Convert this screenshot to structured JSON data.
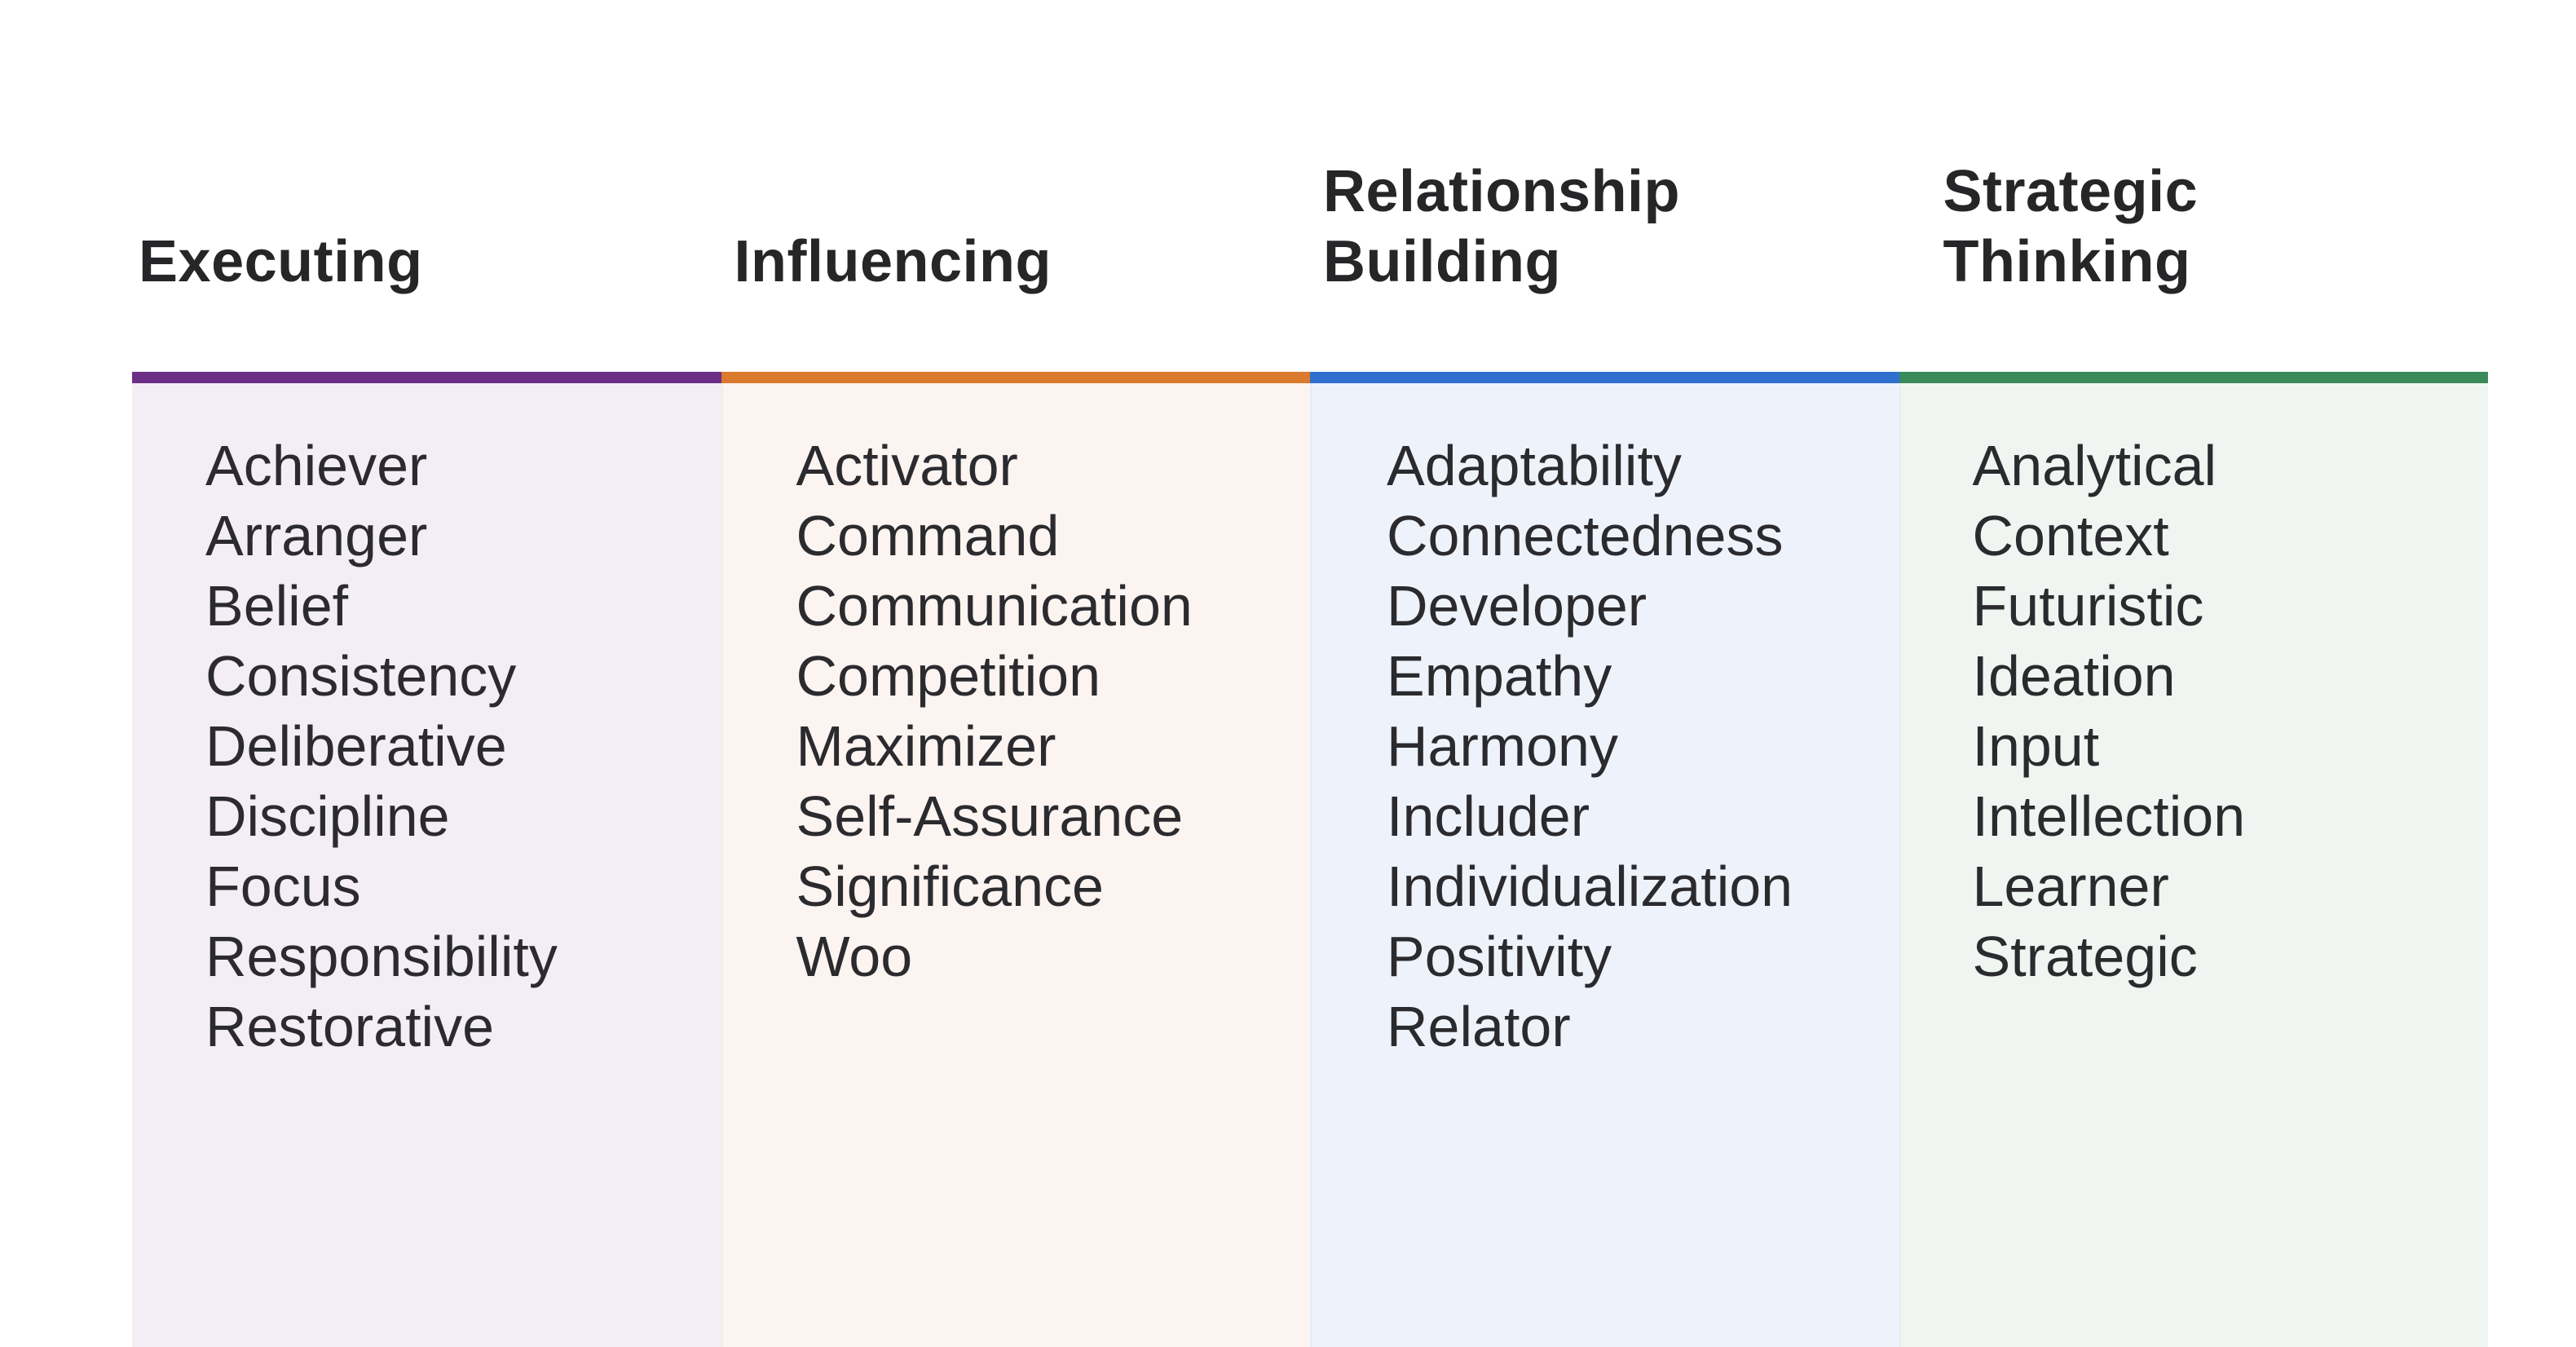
{
  "theme": {
    "executing_color": "#6b2f86",
    "executing_bg": "#f3eef5",
    "influencing_color": "#d97a2d",
    "influencing_bg": "#fcf4f0",
    "relationship_color": "#2f6fce",
    "relationship_bg": "#eef3fb",
    "strategic_color": "#3a8a5c",
    "strategic_bg": "#f0f5f1"
  },
  "columns": [
    {
      "title": "Executing",
      "items": [
        "Achiever",
        "Arranger",
        "Belief",
        "Consistency",
        "Deliberative",
        "Discipline",
        "Focus",
        "Responsibility",
        "Restorative"
      ]
    },
    {
      "title": "Influencing",
      "items": [
        "Activator",
        "Command",
        "Communication",
        "Competition",
        "Maximizer",
        "Self-Assurance",
        "Significance",
        "Woo"
      ]
    },
    {
      "title": "Relationship\nBuilding",
      "items": [
        "Adaptability",
        "Connectedness",
        "Developer",
        "Empathy",
        "Harmony",
        "Includer",
        "Individualization",
        "Positivity",
        "Relator"
      ]
    },
    {
      "title": "Strategic\nThinking",
      "items": [
        "Analytical",
        "Context",
        "Futuristic",
        "Ideation",
        "Input",
        "Intellection",
        "Learner",
        "Strategic"
      ]
    }
  ]
}
